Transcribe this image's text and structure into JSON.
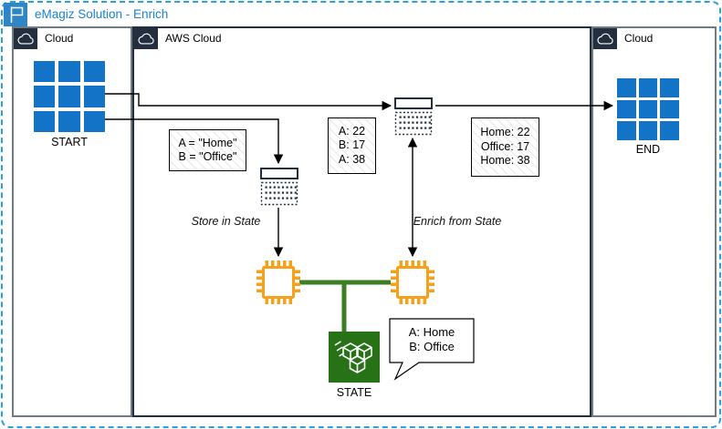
{
  "title": "eMagiz Solution - Enrich",
  "containers": {
    "cloud_left": {
      "label": "Cloud"
    },
    "aws_cloud": {
      "label": "AWS Cloud"
    },
    "cloud_right": {
      "label": "Cloud"
    }
  },
  "nodes": {
    "start": {
      "label": "START"
    },
    "end": {
      "label": "END"
    },
    "state": {
      "label": "STATE"
    }
  },
  "notes": {
    "variables": {
      "lines": [
        "A = \"Home\"",
        "B = \"Office\""
      ]
    },
    "input_messages": {
      "lines": [
        "A: 22",
        "B: 17",
        "A: 38"
      ]
    },
    "output_messages": {
      "lines": [
        "Home: 22",
        "Office: 17",
        "Home: 38"
      ]
    },
    "state_contents": {
      "lines": [
        "A: Home",
        "B: Office"
      ]
    }
  },
  "edge_labels": {
    "store": "Store in State",
    "enrich": "Enrich from State"
  },
  "colors": {
    "title_blue": "#1982D1",
    "grid_blue": "#1273C7",
    "dark_navy": "#232F3E",
    "chip_orange": "#F7A01B",
    "state_green": "#277116",
    "link_green": "#3C7F23",
    "outer_dashed_blue": "#2BA0DC"
  }
}
